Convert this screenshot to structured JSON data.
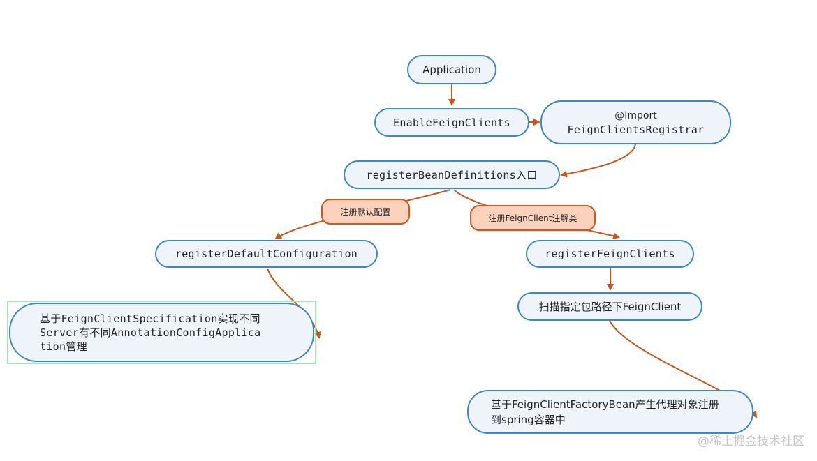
{
  "nodes": {
    "application": "Application",
    "enable_feign_clients": "EnableFeignClients",
    "import_line1": "@Import",
    "import_line2": "FeignClientsRegistrar",
    "register_bean_definitions": "registerBeanDefinitions入口",
    "register_default_configuration": "registerDefaultConfiguration",
    "register_feign_clients": "registerFeignClients",
    "scan_packages": "扫描指定包路径下FeignClient",
    "spec_line1": "基于FeignClientSpecification实现不同",
    "spec_line2": "Server有不同AnnotationConfigApplica",
    "spec_line3": "tion管理",
    "factory_line1": "基于FeignClientFactoryBean产生代理对象注册",
    "factory_line2": "到spring容器中"
  },
  "edge_labels": {
    "default_config": "注册默认配置",
    "feign_client_annotation": "注册FeignClient注解类"
  },
  "watermark": "@稀土掘金技术社区",
  "colors": {
    "node_fill": "#eef4fa",
    "node_border": "#3e88c0",
    "edge": "#c8551c",
    "label_fill": "#fcd2bd",
    "label_border": "#d4561f",
    "highlight_frame": "#a8e6b4"
  }
}
